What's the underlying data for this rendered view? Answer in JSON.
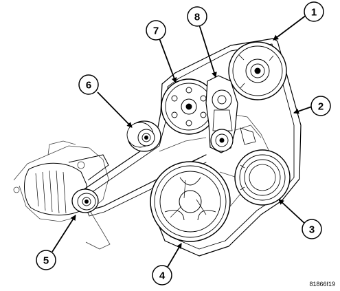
{
  "figure_id": "81866f19",
  "callouts": [
    {
      "number": "1"
    },
    {
      "number": "2"
    },
    {
      "number": "3"
    },
    {
      "number": "4"
    },
    {
      "number": "5"
    },
    {
      "number": "6"
    },
    {
      "number": "7"
    },
    {
      "number": "8"
    }
  ],
  "colors": {
    "line": "#000000",
    "background": "#ffffff"
  }
}
